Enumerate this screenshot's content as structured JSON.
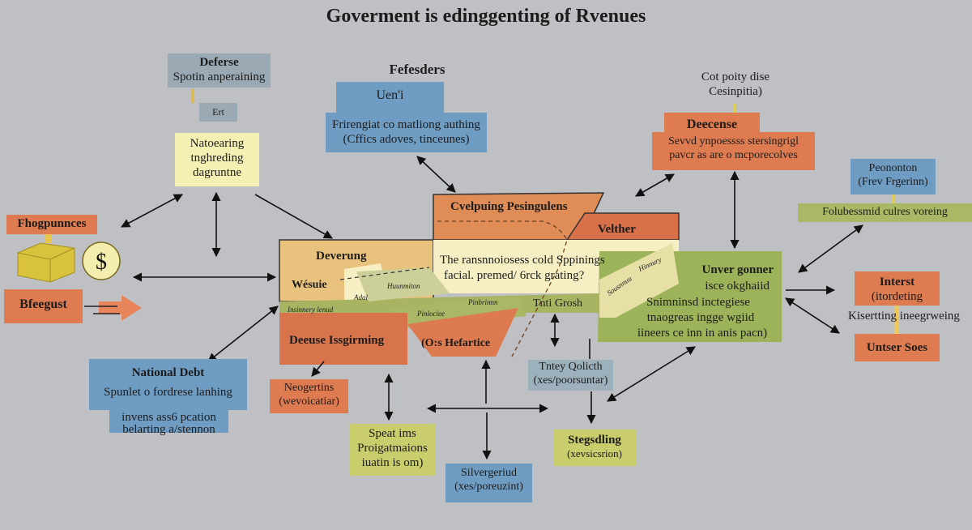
{
  "title": "Goverment is edinggenting of Rvenues",
  "nodes": {
    "deferse": {
      "title": "Deferse",
      "subtitle": "Spotin anperaining"
    },
    "ert": {
      "label": "Ert"
    },
    "natoearing": {
      "lines": [
        "Natoearing",
        "tnghreding",
        "dagruntne"
      ]
    },
    "fefesders": {
      "label": "Fefesders"
    },
    "ueni": {
      "title": "Uen'i",
      "lines": [
        "Frirengiat co matliong authing",
        "(Cffics adoves, tinceunes)"
      ]
    },
    "cot_poity": {
      "lines": [
        "Cot poity dise",
        "Cesinpitia)"
      ]
    },
    "decense": {
      "title": "Deecense",
      "lines": [
        "Sevvd ynpoessss stersingrigl",
        "pavcr as are o mcporecolves"
      ]
    },
    "peononton": {
      "lines": [
        "Peononton",
        "(Frev Frgerinn)"
      ]
    },
    "folubess": {
      "label": "Folubessmid culres voreing"
    },
    "fhogpunnces": {
      "label": "Fhogpunnces"
    },
    "bfeegust": {
      "label": "Bfeegust"
    },
    "dollar": {
      "label": "$"
    },
    "national_debt": {
      "title": "National Debt",
      "lines": [
        "Spunlet o fordrese lanhing",
        "invens ass6 pcation",
        "belarting a/stennon"
      ]
    },
    "interst": {
      "lines": [
        "Interst",
        "(itordeting"
      ]
    },
    "kisertting": {
      "label": "Kisertting ineegrweing"
    },
    "untser_soes": {
      "label": "Untser Soes"
    },
    "neogertins": {
      "lines": [
        "Neogertins",
        "(wevoicatiar)"
      ]
    },
    "speat_ims": {
      "lines": [
        "Speat ims",
        "Proigatmaions",
        "iuatin is om)"
      ]
    },
    "silvergeriud": {
      "lines": [
        "Silvergeriud",
        "(xes/poreuzint)"
      ]
    },
    "tntey": {
      "lines": [
        "Tntey Qolicth",
        "(xes/poorsuntar)"
      ]
    },
    "stegsdling": {
      "lines": [
        "Stegsdling",
        "(xevsicsrion)"
      ]
    }
  },
  "central": {
    "cvelpuing": "Cvelpuing  Pesingulens",
    "velther": "Velther",
    "deverung": "Deverung",
    "wesue": "Wésuie",
    "question": [
      "The ransnnoiosess cold Sppinings",
      "facial. premed/ 6rck grating?"
    ],
    "strip_labels": [
      "Insinnery  lenud",
      "Adal",
      "Huunmiton",
      "Pinlociee",
      "Pinbrinnn",
      "Tnti Grosh",
      "Sousnnuu",
      "Hinnury"
    ],
    "deeuse": "Deeuse Issgirming",
    "hefartice": "(O:s Hefartice",
    "unver": [
      "Unver gonner",
      "isce okghaiid",
      "Snimninsd inctegiese",
      "tnaogreas ingge wgiid",
      "iineers ce inn in anis pacn)"
    ]
  },
  "colors": {
    "background": "#bec0c4",
    "blue": "#6f9cc2",
    "orange": "#df7b50",
    "yellow": "#f4efb3",
    "green": "#a8b864"
  }
}
